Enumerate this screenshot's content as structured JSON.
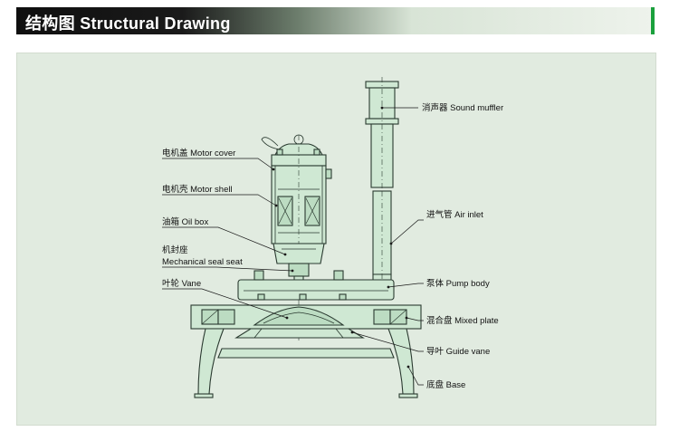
{
  "header": {
    "title": "结构图 Structural Drawing",
    "accent_color": "#1aa03c"
  },
  "labels": {
    "sound_muffler": "消声器 Sound muffler",
    "motor_cover": "电机盖 Motor cover",
    "motor_shell": "电机壳 Motor shell",
    "air_inlet": "进气管 Air inlet",
    "oil_box": "油箱 Oil box",
    "mechanical_seal_cn": "机封座",
    "mechanical_seal_en": "Mechanical seal seat",
    "pump_body": "泵体 Pump body",
    "vane": "叶轮 Vane",
    "mixed_plate": "混合盘 Mixed plate",
    "guide_vane": "导叶 Guide vane",
    "base": "底盘 Base"
  },
  "colors": {
    "panel_background": "#e1ebe0",
    "part_fill": "#cfe8d3",
    "outline": "#2a3a30"
  }
}
